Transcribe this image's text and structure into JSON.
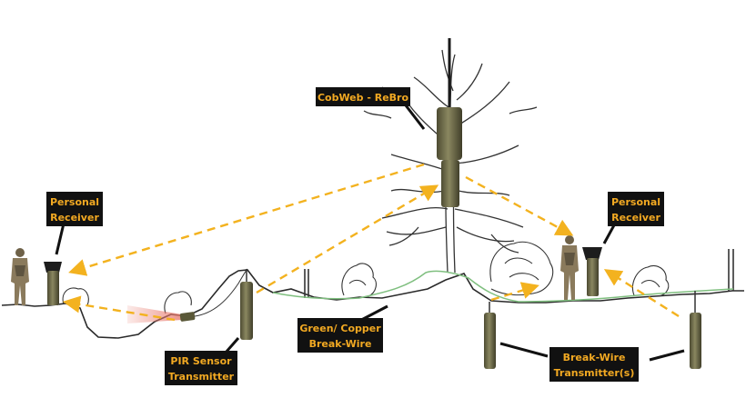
{
  "labels": {
    "rebro": "CobWeb - ReBro",
    "personal_receiver_left": [
      "Personal",
      "Receiver"
    ],
    "personal_receiver_right": [
      "Personal",
      "Receiver"
    ],
    "pir_sensor": [
      "PIR Sensor",
      "Transmitter"
    ],
    "break_wire": [
      "Green/ Copper",
      "Break-Wire"
    ],
    "break_wire_transmitters": [
      "Break-Wire",
      "Transmitter(s)"
    ]
  },
  "colors": {
    "label_bg": "#111111",
    "label_text": "#f2a922",
    "arrow": "#f3b21f",
    "device": "#72704b",
    "device_dark": "#3b3a28",
    "terrain": "#2a2a2a",
    "wire": "#7fbf7f",
    "pir_beam": "#e8796c"
  }
}
